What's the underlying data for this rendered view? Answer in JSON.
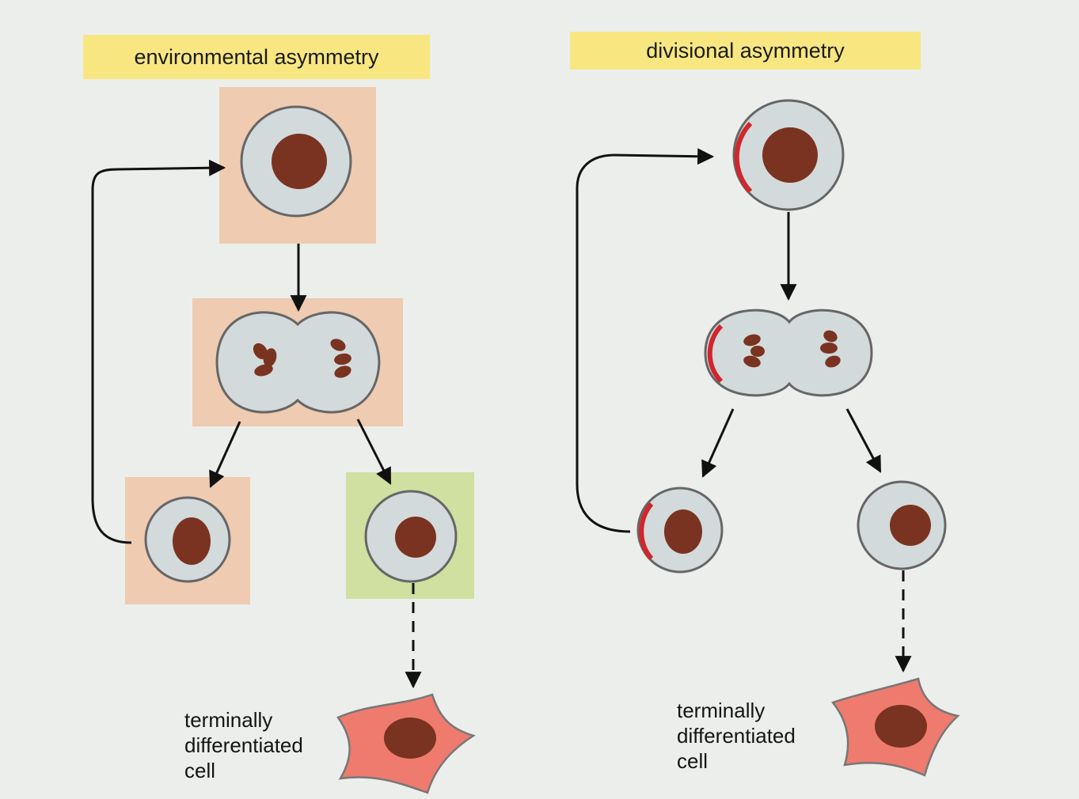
{
  "panels": {
    "environmental": {
      "title": "environmental asymmetry",
      "caption_lines": [
        "terminally",
        "differentiated",
        "cell"
      ]
    },
    "divisional": {
      "title": "divisional asymmetry",
      "caption_lines": [
        "terminally",
        "differentiated",
        "cell"
      ]
    }
  },
  "colors": {
    "label_band": "#f8e781",
    "stem_niche": "#efcbb1",
    "non_niche": "#cfe0a0",
    "cytoplasm": "#d2dadb",
    "nucleus": "#7a3320",
    "polarity_marker": "#d1262c",
    "differentiated_cell": "#ee7b6e"
  }
}
